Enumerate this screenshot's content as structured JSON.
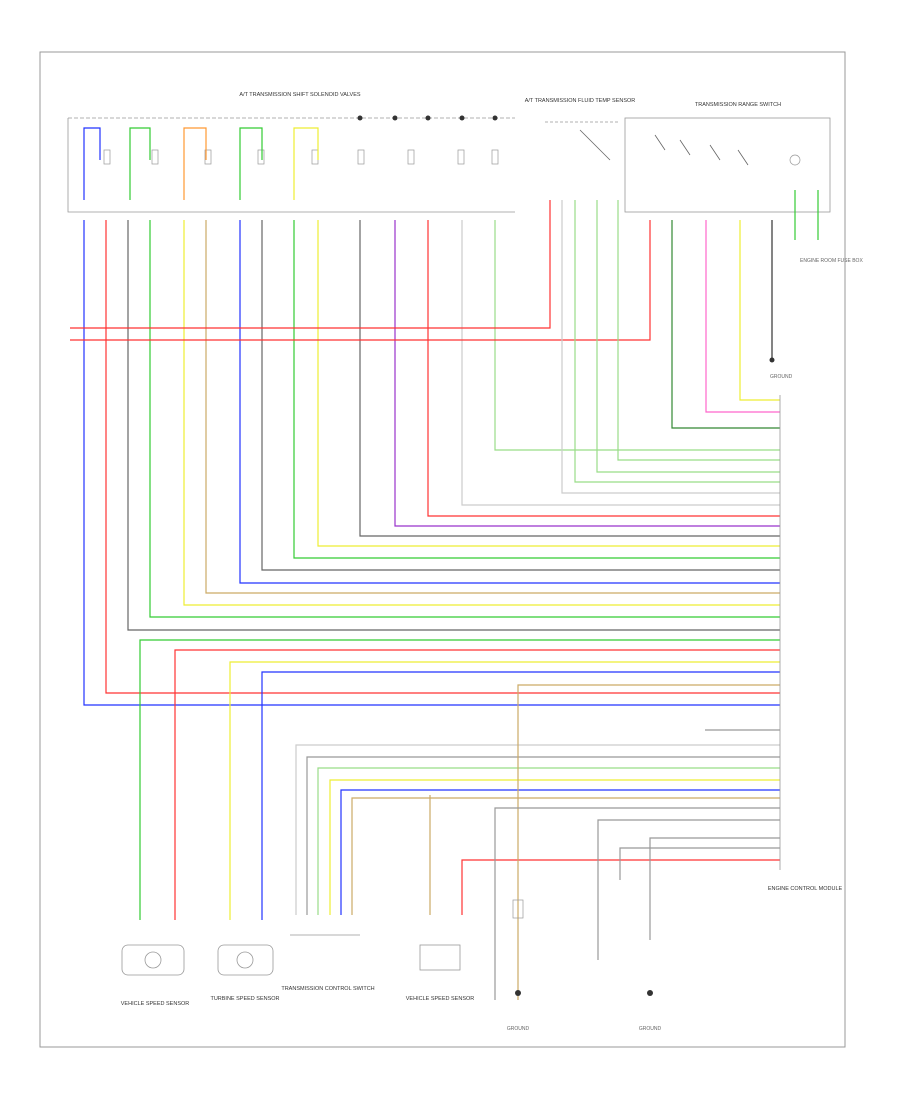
{
  "diagram": {
    "footer_code": "",
    "colors": {
      "blue": "#2233ff",
      "green": "#33cc33",
      "red": "#ff3333",
      "yellow": "#eeee33",
      "orange": "#ff9933",
      "violet": "#9933cc",
      "pink": "#ff66cc",
      "cyan": "#33cccc",
      "gray": "#999999",
      "black": "#333333",
      "light_green": "#99dd88",
      "tan": "#ccaa66"
    },
    "top_components": {
      "valve_body_label": "A/T TRANSMISSION SHIFT SOLENOID VALVES",
      "temp_sensor_label": "A/T TRANSMISSION FLUID TEMP SENSOR",
      "range_switch_label": "TRANSMISSION RANGE SWITCH"
    },
    "right_components": {
      "ecm_label": "ENGINE CONTROL MODULE",
      "fuse_label": "ENGINE ROOM FUSE BOX",
      "ground_label": "GROUND"
    },
    "bottom_components": {
      "vss_label": "VEHICLE SPEED SENSOR",
      "turbine_label": "TURBINE SPEED SENSOR",
      "speed_sensor_label": "VEHICLE SPEED SENSOR",
      "trans_control_label": "TRANSMISSION CONTROL SWITCH",
      "ground1_label": "GROUND",
      "ground2_label": "GROUND"
    }
  }
}
